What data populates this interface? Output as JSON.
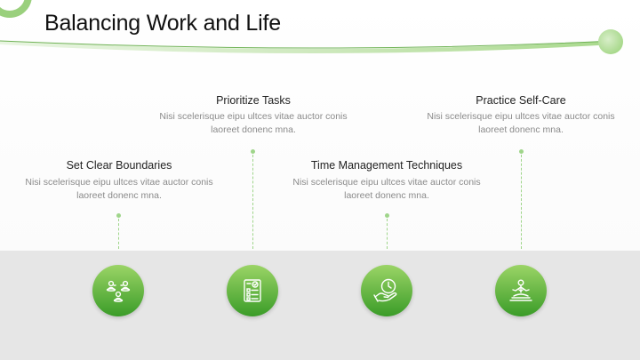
{
  "title": "Balancing Work and Life",
  "colors": {
    "accent": "#4cae33",
    "accent_light": "#9fd58a",
    "band": "#e6e6e6"
  },
  "items": [
    {
      "title": "Set Clear Boundaries",
      "desc": "Nisi scelerisque eipu ultces vitae auctor conis laoreet donenc mna.",
      "icon": "people-group-icon"
    },
    {
      "title": "Prioritize Tasks",
      "desc": "Nisi scelerisque eipu ultces vitae auctor conis laoreet donenc mna.",
      "icon": "task-checklist-icon"
    },
    {
      "title": "Time Management Techniques",
      "desc": "Nisi scelerisque eipu ultces vitae auctor conis laoreet donenc mna.",
      "icon": "clock-hand-icon"
    },
    {
      "title": "Practice Self-Care",
      "desc": "Nisi scelerisque eipu ultces vitae auctor conis laoreet donenc mna.",
      "icon": "meditation-icon"
    }
  ]
}
